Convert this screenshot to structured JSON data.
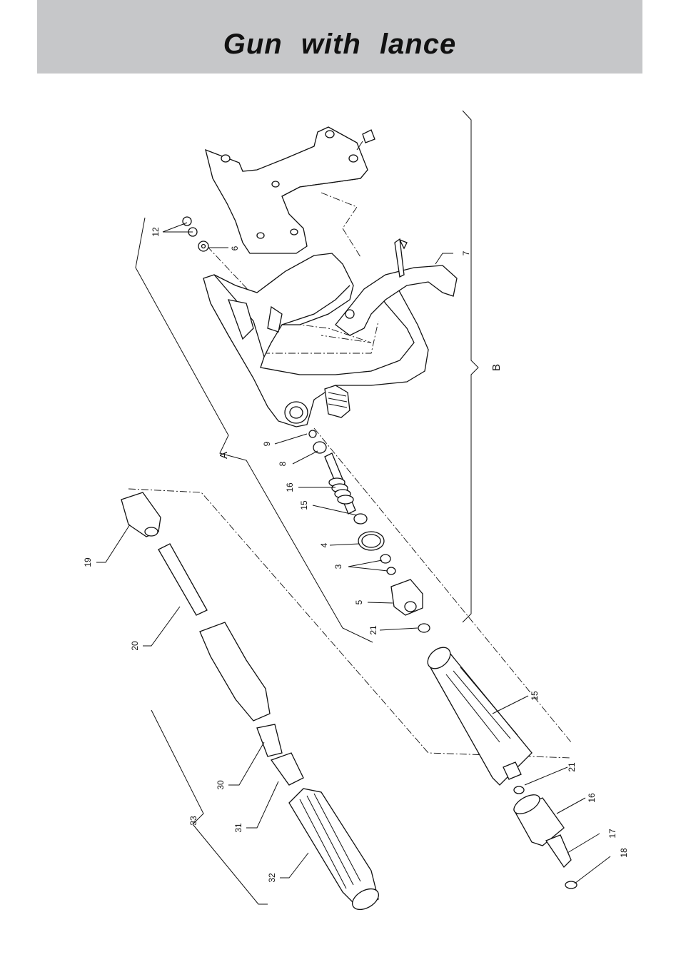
{
  "title": "Gun with lance",
  "colors": {
    "header_band": "#c6c7c9",
    "ink": "#111111"
  },
  "groups": [
    {
      "id": "A",
      "label": "A"
    },
    {
      "id": "B",
      "label": "B"
    },
    {
      "id": "33",
      "label": "33"
    }
  ],
  "callouts": [
    {
      "id": "c12",
      "label": "12"
    },
    {
      "id": "c6",
      "label": "6"
    },
    {
      "id": "c7",
      "label": "7"
    },
    {
      "id": "c9",
      "label": "9"
    },
    {
      "id": "c8",
      "label": "8"
    },
    {
      "id": "c16a",
      "label": "16"
    },
    {
      "id": "c15a",
      "label": "15"
    },
    {
      "id": "c4",
      "label": "4"
    },
    {
      "id": "c3",
      "label": "3"
    },
    {
      "id": "c5",
      "label": "5"
    },
    {
      "id": "c21a",
      "label": "21"
    },
    {
      "id": "c19",
      "label": "19"
    },
    {
      "id": "c20",
      "label": "20"
    },
    {
      "id": "c30",
      "label": "30"
    },
    {
      "id": "c31",
      "label": "31"
    },
    {
      "id": "c32",
      "label": "32"
    },
    {
      "id": "c15b",
      "label": "15"
    },
    {
      "id": "c21b",
      "label": "21"
    },
    {
      "id": "c16b",
      "label": "16"
    },
    {
      "id": "c17",
      "label": "17"
    },
    {
      "id": "c18",
      "label": "18"
    }
  ]
}
